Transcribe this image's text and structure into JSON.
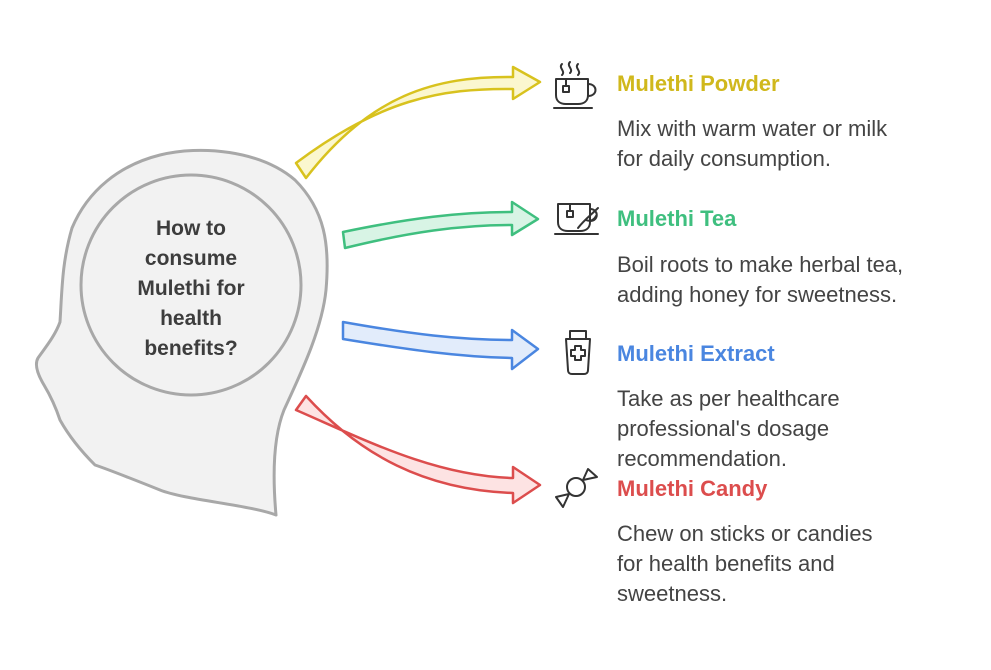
{
  "center": {
    "lines": [
      "How to",
      "consume",
      "Mulethi for",
      "health",
      "benefits?"
    ]
  },
  "items": [
    {
      "title": "Mulethi Powder",
      "desc": [
        "Mix with warm water or milk",
        "for daily consumption."
      ],
      "color": "#d8c21e",
      "fill": "#fbf7cf",
      "icon": "tea-cup-icon"
    },
    {
      "title": "Mulethi Tea",
      "desc": [
        "Boil roots to make herbal tea,",
        "adding honey for sweetness."
      ],
      "color": "#3fbf7f",
      "fill": "#d8f4e5",
      "icon": "herbal-tea-icon"
    },
    {
      "title": "Mulethi Extract",
      "desc": [
        "Take as per healthcare",
        "professional's dosage",
        "recommendation."
      ],
      "color": "#4a86e0",
      "fill": "#e2ecfb",
      "icon": "extract-tube-icon"
    },
    {
      "title": "Mulethi Candy",
      "desc": [
        "Chew on sticks or candies",
        "for health benefits and",
        "sweetness."
      ],
      "color": "#dc4d4d",
      "fill": "#fde3e3",
      "icon": "candy-icon"
    }
  ]
}
